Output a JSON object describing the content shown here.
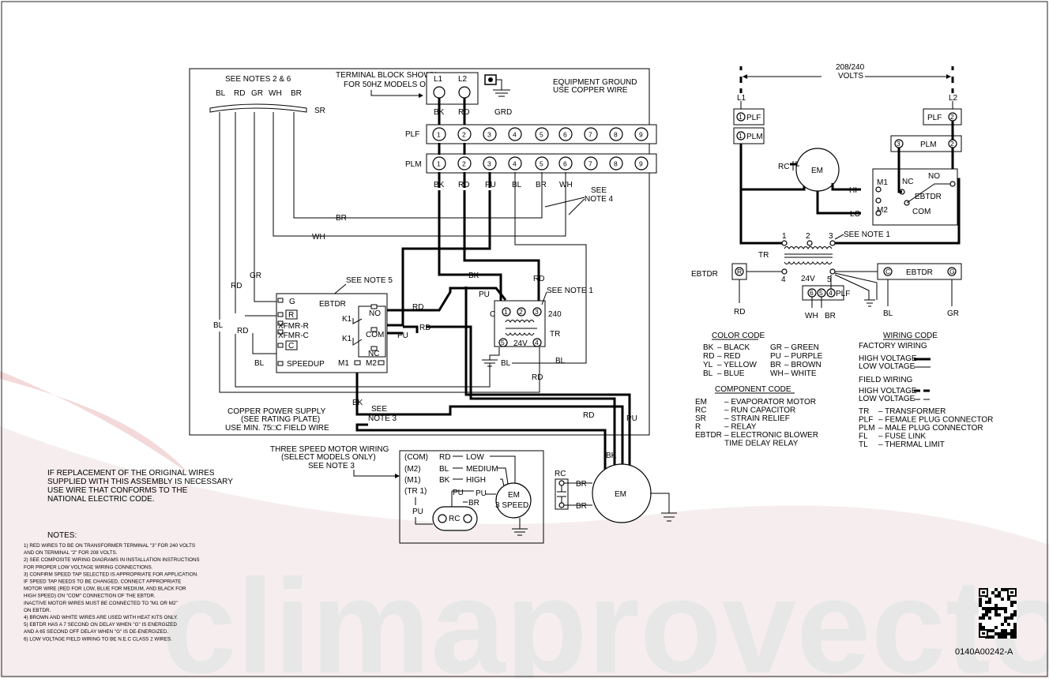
{
  "watermark": "climaprovecto",
  "notes_block": {
    "replacement": [
      "IF REPLACEMENT OF THE ORIGINAL WIRES",
      "SUPPLIED WITH THIS ASSEMBLY IS NECESSARY",
      "USE WIRE THAT CONFORMS TO THE",
      "NATIONAL ELECTRIC CODE."
    ],
    "title": "NOTES:",
    "lines": [
      "1) RED WIRES TO BE ON TRANSFORMER TERMINAL \"3\" FOR 240 VOLTS",
      "    AND ON TERMINAL \"2\" FOR 208 VOLTS.",
      "2) SEE COMPOSITE WIRING DIAGRAMS IN INSTALLATION INSTRUCTIONS",
      "    FOR PROPER LOW VOLTAGE WIRING  CONNECTIONS.",
      "3) CONFIRM SPEED TAP SELECTED IS APPROPRIATE FOR APPLICATION.",
      "    IF SPEED TAP NEEDS TO BE CHANGED, CONNECT APPROPRIATE",
      "    MOTOR WIRE (RED FOR LOW, BLUE FOR MEDIUM, AND BLACK FOR",
      "    HIGH SPEED) ON \"COM\" CONNECTION OF THE EBTDR.",
      "    INACTIVE MOTOR WIRES MUST BE CONNECTED TO \"M1 OR M2\"",
      "    ON EBTDR.",
      "4) BROWN AND WHITE WIRES ARE USED WITH HEAT KITS ONLY.",
      "5) EBTDR HAS A 7 SECOND ON DELAY WHEN \"G\" IS ENERGIZED",
      "    AND A 65 SECOND OFF DELAY WHEN \"G\" IS DE-ENERGIZED.",
      "6) LOW VOLTAGE FIELD WIRING TO BE N.E.C CLASS 2 WIRES."
    ]
  },
  "main_diagram": {
    "see_notes_2_6": "SEE NOTES 2 & 6",
    "sr_wires": [
      "BL",
      "RD",
      "GR",
      "WH",
      "BR"
    ],
    "sr": "SR",
    "terminal_block_note": [
      "TERMINAL BLOCK SHOWN",
      "FOR 50HZ MODELS ONLY"
    ],
    "l1": "L1",
    "l2": "L2",
    "bk": "BK",
    "rd": "RD",
    "grd": "GRD",
    "equip_ground": [
      "EQUIPMENT GROUND",
      "USE COPPER WIRE"
    ],
    "plf": "PLF",
    "plm": "PLM",
    "pins": [
      "1",
      "2",
      "3",
      "4",
      "5",
      "6",
      "7",
      "8",
      "9"
    ],
    "plm_wires": [
      "BK",
      "RD",
      "PU",
      "BL",
      "BR",
      "WH"
    ],
    "see_note_4": [
      "SEE",
      "NOTE 4"
    ],
    "br": "BR",
    "wh": "WH",
    "gr": "GR",
    "bl": "BL",
    "pu": "PU",
    "see_note_5": "SEE NOTE 5",
    "see_note_1": "SEE NOTE 1",
    "see_note_3": [
      "SEE",
      "NOTE 3"
    ],
    "ebtdr": "EBTDR",
    "ebtdr_terms": [
      "G",
      "R",
      "XFMR-R",
      "XFMR-C",
      "C",
      "SPEEDUP"
    ],
    "no": "NO",
    "com": "COM",
    "nc": "NC",
    "k1": "K1",
    "m1": "M1",
    "m2": "M2",
    "tr": "TR",
    "v240": "240",
    "v24": "24V",
    "c": "C",
    "tr_terms": [
      "1",
      "2",
      "3",
      "5",
      "4"
    ],
    "supply": [
      "COPPER POWER SUPPLY",
      "(SEE RATING PLATE)",
      "USE MIN. 75□C FIELD WIRE"
    ],
    "rc": "RC",
    "em": "EM"
  },
  "three_speed": {
    "title": [
      "THREE SPEED MOTOR WIRING",
      "(SELECT MODELS ONLY)",
      "SEE NOTE 3"
    ],
    "rows": [
      {
        "term": "(COM)",
        "wire": "RD",
        "speed": "LOW"
      },
      {
        "term": "(M2)",
        "wire": "BL",
        "speed": "MEDIUM"
      },
      {
        "term": "(M1)",
        "wire": "BK",
        "speed": "HIGH"
      },
      {
        "term": "(TR 1)",
        "wire": "",
        "speed": ""
      }
    ],
    "em": "EM",
    "speed": "3 SPEED",
    "pu": "PU",
    "br": "BR",
    "rc": "RC"
  },
  "ladder": {
    "volts": [
      "208/240",
      "VOLTS"
    ],
    "l1": "L1",
    "l2": "L2",
    "plf": "PLF",
    "plm": "PLM",
    "pin1": "1",
    "pin2": "2",
    "pin3": "3",
    "rc": "RC",
    "em": "EM",
    "hi": "HI",
    "lo": "LO",
    "m1": "M1",
    "m2": "M2",
    "nc": "NC",
    "no": "NO",
    "ebtdr": "EBTDR",
    "com": "COM",
    "see_note_1": "SEE NOTE 1",
    "tr": "TR",
    "v24": "24V",
    "tr_terms": [
      "1",
      "2",
      "3",
      "4",
      "5"
    ],
    "r": "R",
    "c": "C",
    "g": "G",
    "rd": "RD",
    "bl": "BL",
    "gr": "GR",
    "wh": "WH",
    "br": "BR",
    "plf_pins": [
      "6",
      "5",
      "4"
    ]
  },
  "legend": {
    "color_code_title": "COLOR CODE",
    "colors": [
      [
        "BK",
        "BLACK",
        "GR",
        "GREEN"
      ],
      [
        "RD",
        "RED",
        "PU",
        "PURPLE"
      ],
      [
        "YL",
        "YELLOW",
        "BR",
        "BROWN"
      ],
      [
        "BL",
        "BLUE",
        "WH",
        "WHITE"
      ]
    ],
    "component_code_title": "COMPONENT CODE",
    "components": [
      [
        "EM",
        "EVAPORATOR MOTOR"
      ],
      [
        "RC",
        "RUN CAPACITOR"
      ],
      [
        "SR",
        "STRAIN RELIEF"
      ],
      [
        "R",
        "RELAY"
      ],
      [
        "EBTDR",
        "ELECTRONIC BLOWER"
      ],
      [
        "",
        "TIME DELAY RELAY"
      ]
    ],
    "wiring_code_title": "WIRING CODE",
    "factory": "FACTORY WIRING",
    "high": "HIGH VOLTAGE",
    "low": "LOW VOLTAGE",
    "field": "FIELD WIRING",
    "field_high": "HIGH VOLTAGE",
    "field_low": "LOW VOLTAGE",
    "parts": [
      [
        "TR",
        "TRANSFORMER"
      ],
      [
        "PLF",
        "FEMALE PLUG CONNECTOR"
      ],
      [
        "PLM",
        "MALE PLUG CONNECTOR"
      ],
      [
        "FL",
        "FUSE LINK"
      ],
      [
        "TL",
        "THERMAL LIMIT"
      ]
    ]
  },
  "part_number": "0140A00242-A"
}
